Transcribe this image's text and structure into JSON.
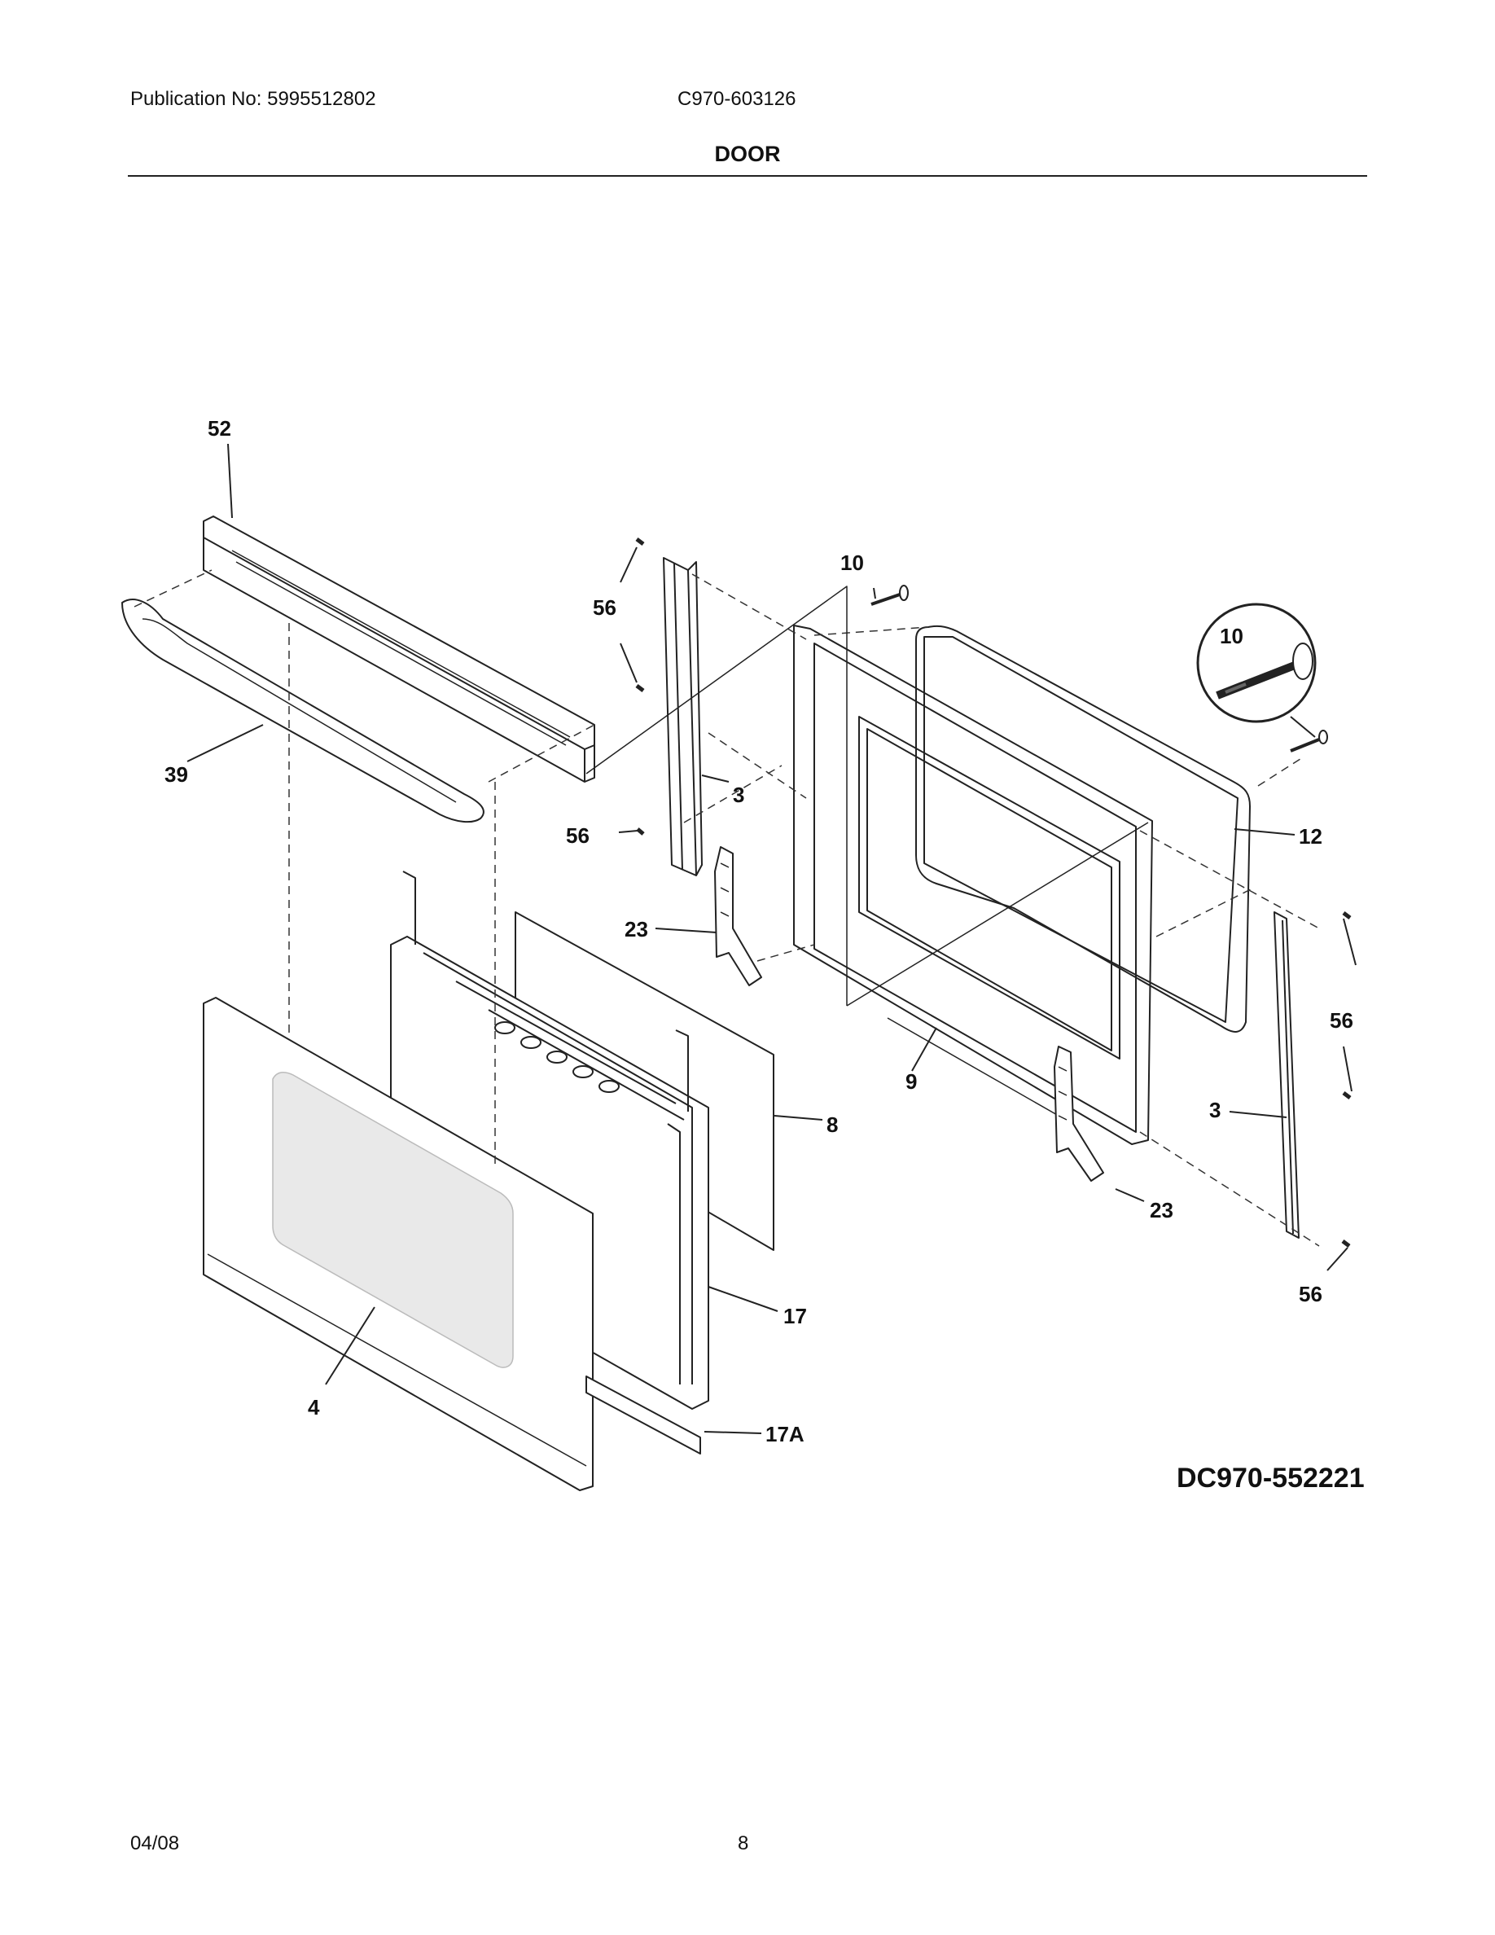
{
  "header": {
    "publication": "Publication No: 5995512802",
    "model": "C970-603126",
    "section_title": "DOOR"
  },
  "diagram": {
    "callouts": [
      "52",
      "56",
      "10",
      "10",
      "39",
      "3",
      "56",
      "12",
      "23",
      "56",
      "9",
      "3",
      "8",
      "23",
      "17",
      "56",
      "4",
      "17A"
    ],
    "code": "DC970-552221"
  },
  "footer": {
    "date": "04/08",
    "page": "8"
  }
}
